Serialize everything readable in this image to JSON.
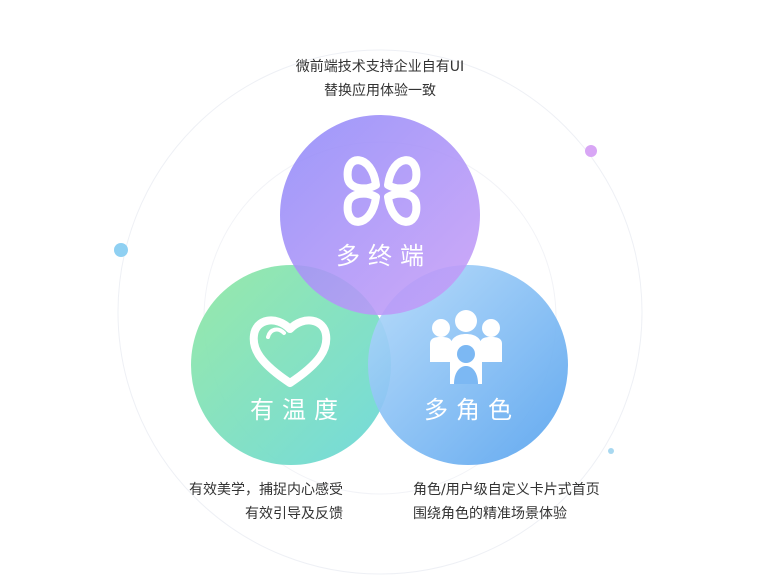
{
  "captions": {
    "top": [
      "微前端技术支持企业自有UI",
      "替换应用体验一致"
    ],
    "left": [
      "有效美学，捕捉内心感受",
      "有效引导及反馈"
    ],
    "right": [
      "角色/用户级自定义卡片式首页",
      "围绕角色的精准场景体验"
    ]
  },
  "circles": {
    "top": {
      "label": "多终端",
      "icon": "clover-icon"
    },
    "left": {
      "label": "有温度",
      "icon": "heart-icon"
    },
    "right": {
      "label": "多角色",
      "icon": "people-group-icon"
    }
  },
  "colors": {
    "top_from": "#8f8af9",
    "top_to": "#c596f7",
    "left_from": "#8fe6a8",
    "left_to": "#6ad9d6",
    "right_from": "#a9d4f8",
    "right_to": "#5aa4ef",
    "dot_blue": "#8fd0f2",
    "dot_purple": "#d8a6f5",
    "text": "#333333"
  }
}
